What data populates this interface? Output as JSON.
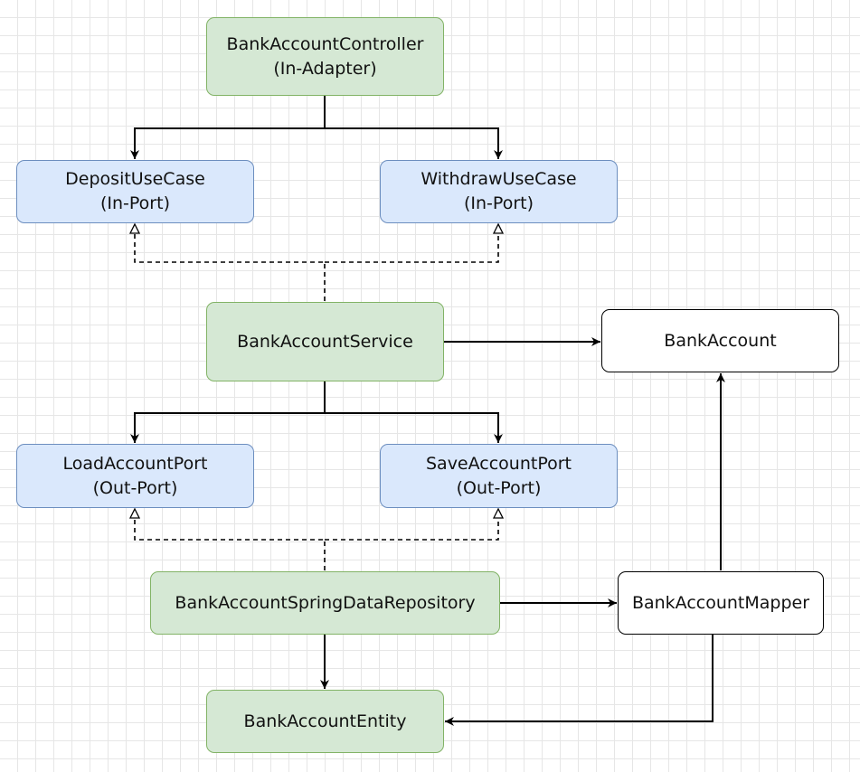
{
  "nodes": {
    "controller": {
      "line1": "BankAccountController",
      "line2": "(In-Adapter)"
    },
    "deposit_use_case": {
      "line1": "DepositUseCase",
      "line2": "(In-Port)"
    },
    "withdraw_use_case": {
      "line1": "WithdrawUseCase",
      "line2": "(In-Port)"
    },
    "service": {
      "line1": "BankAccountService"
    },
    "bank_account": {
      "line1": "BankAccount"
    },
    "load_account_port": {
      "line1": "LoadAccountPort",
      "line2": "(Out-Port)"
    },
    "save_account_port": {
      "line1": "SaveAccountPort",
      "line2": "(Out-Port)"
    },
    "repository": {
      "line1": "BankAccountSpringDataRepository"
    },
    "mapper": {
      "line1": "BankAccountMapper"
    },
    "entity": {
      "line1": "BankAccountEntity"
    }
  },
  "colors": {
    "green_fill": "#d5e8d4",
    "green_stroke": "#82b366",
    "blue_fill": "#dae8fc",
    "blue_stroke": "#6c8ebf",
    "white_fill": "#ffffff",
    "white_stroke": "#000000"
  },
  "edges": [
    {
      "from": "controller",
      "to": "deposit_use_case",
      "style": "solid"
    },
    {
      "from": "controller",
      "to": "withdraw_use_case",
      "style": "solid"
    },
    {
      "from": "service",
      "to": "deposit_use_case",
      "style": "dashed-implements"
    },
    {
      "from": "service",
      "to": "withdraw_use_case",
      "style": "dashed-implements"
    },
    {
      "from": "service",
      "to": "bank_account",
      "style": "solid"
    },
    {
      "from": "service",
      "to": "load_account_port",
      "style": "solid"
    },
    {
      "from": "service",
      "to": "save_account_port",
      "style": "solid"
    },
    {
      "from": "repository",
      "to": "load_account_port",
      "style": "dashed-implements"
    },
    {
      "from": "repository",
      "to": "save_account_port",
      "style": "dashed-implements"
    },
    {
      "from": "repository",
      "to": "mapper",
      "style": "solid"
    },
    {
      "from": "repository",
      "to": "entity",
      "style": "solid"
    },
    {
      "from": "mapper",
      "to": "bank_account",
      "style": "solid"
    },
    {
      "from": "mapper",
      "to": "entity",
      "style": "solid"
    }
  ]
}
